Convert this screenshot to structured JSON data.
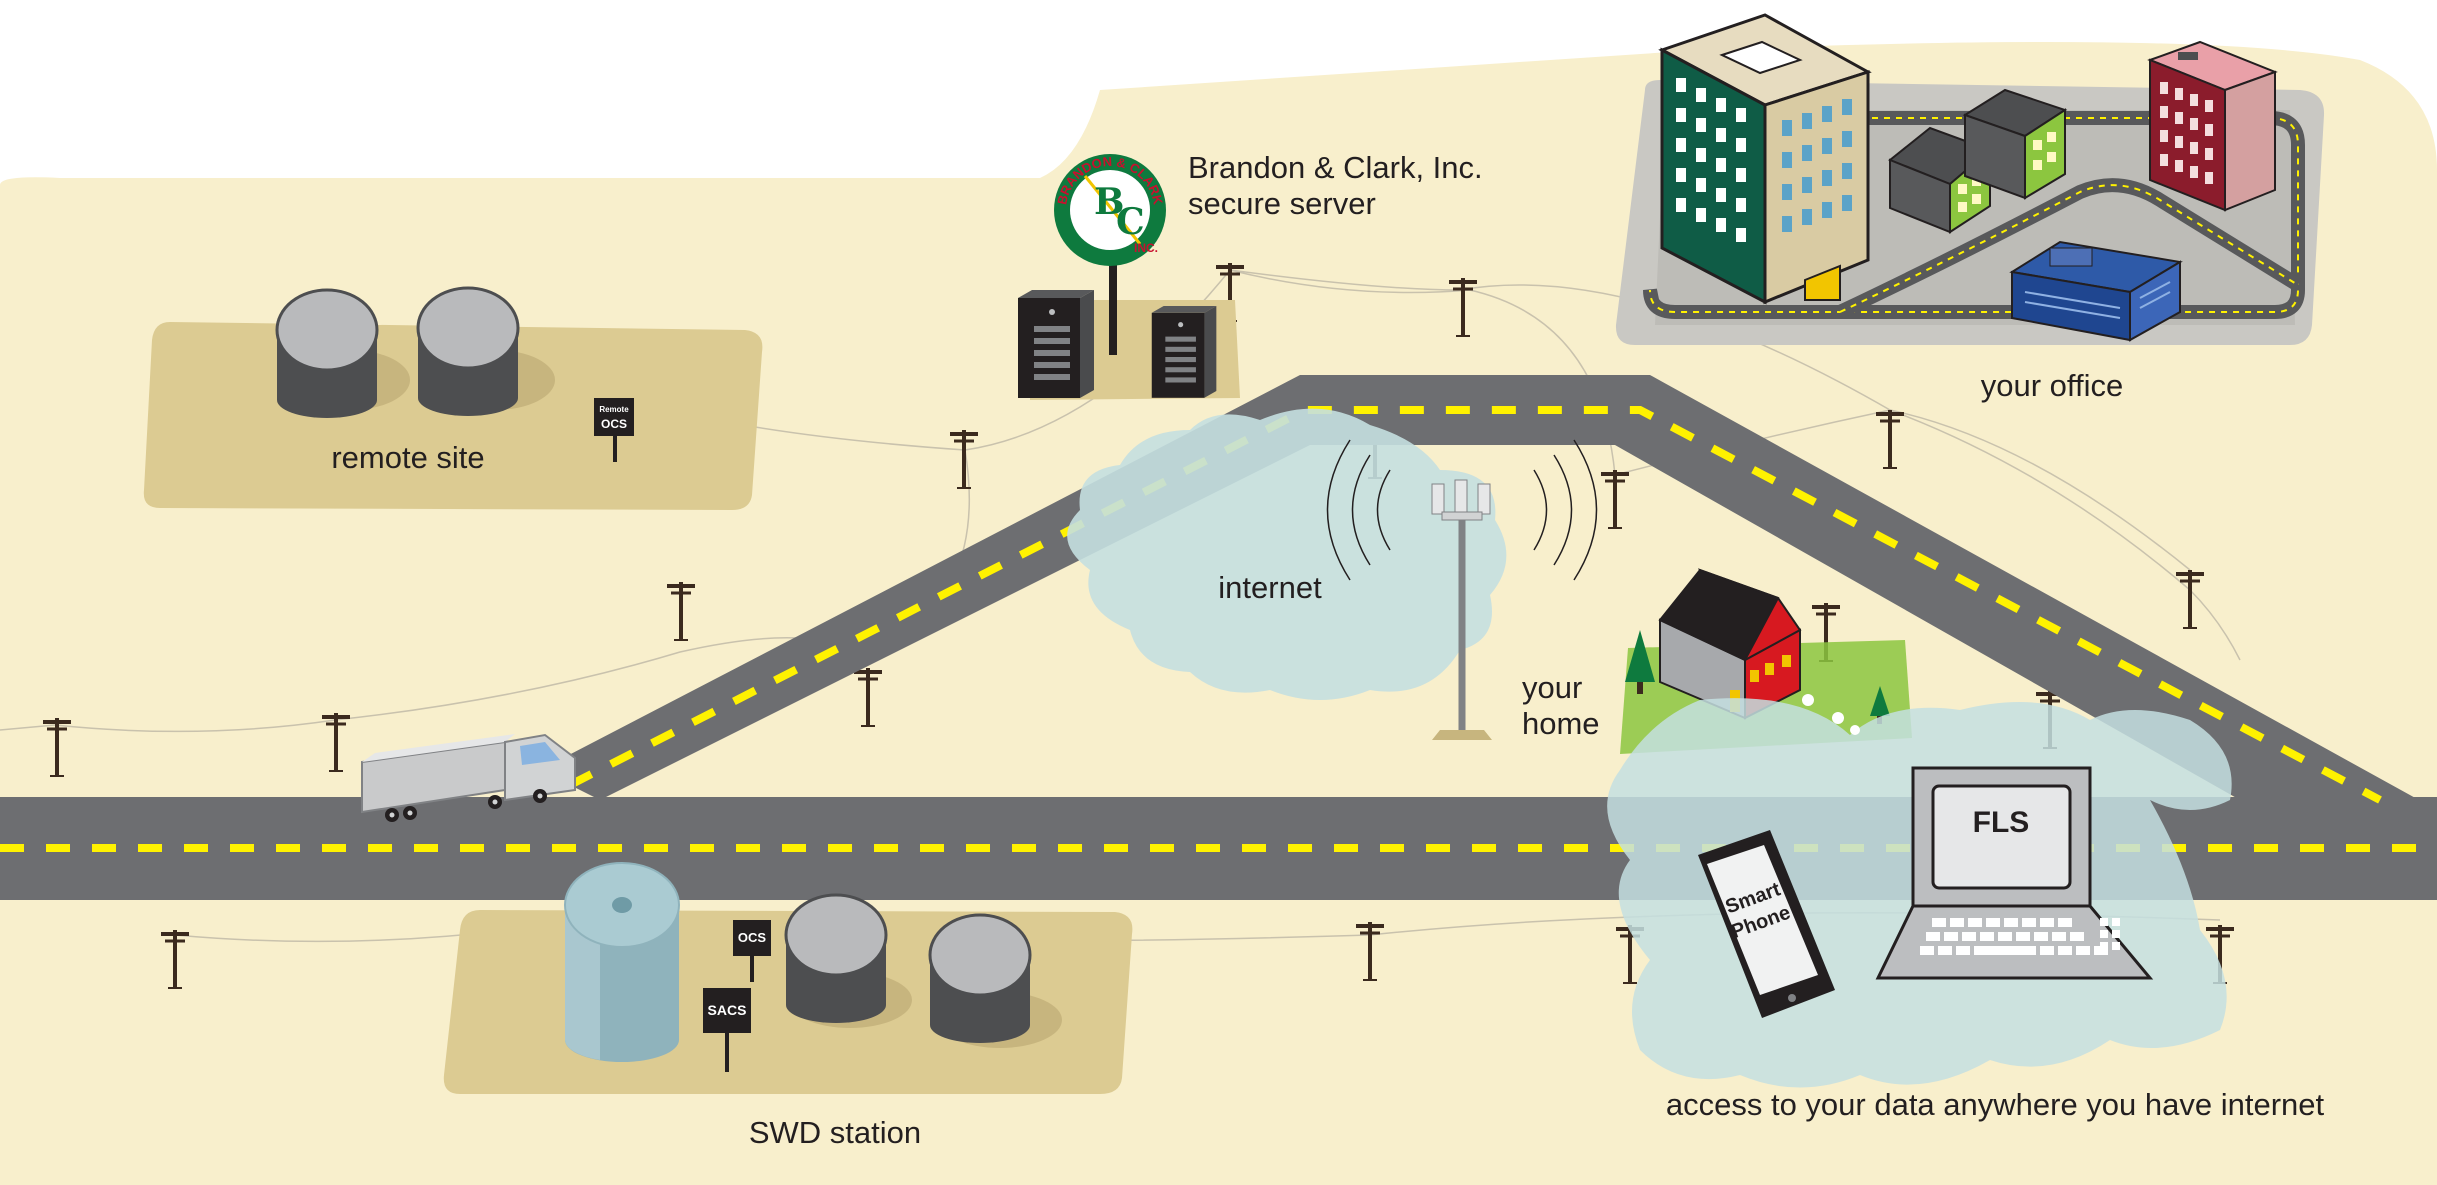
{
  "labels": {
    "company_line1": "Brandon & Clark, Inc.",
    "company_line2": "secure server",
    "remote_site": "remote site",
    "internet": "internet",
    "your_office": "your office",
    "your_home_line1": "your",
    "your_home_line2": "home",
    "swd_station": "SWD station",
    "access": "access to your data anywhere you have internet"
  },
  "logo": {
    "top_text": "BRANDON & CLARK",
    "bottom_text": "INC.",
    "monogram_b": "B",
    "monogram_c": "C"
  },
  "signs": {
    "remote_ocs_line1": "Remote",
    "remote_ocs_line2": "OCS",
    "swd_ocs": "OCS",
    "swd_sacs": "SACS"
  },
  "devices": {
    "laptop_screen": "FLS",
    "phone_line1": "Smart",
    "phone_line2": "Phone"
  },
  "colors": {
    "land": "#f8efcc",
    "pad": "#dccb92",
    "road": "#6d6e71",
    "road_stripe": "#fff200",
    "cloud": "#c4dfe0",
    "logo_green": "#0e7a3e",
    "logo_red": "#c8102e"
  },
  "icons": [
    "server-tower-icon",
    "utility-pole-icon",
    "cell-tower-icon",
    "house-icon",
    "tank-icon",
    "truck-icon",
    "building-icon",
    "laptop-icon",
    "smartphone-icon",
    "tree-icon"
  ]
}
